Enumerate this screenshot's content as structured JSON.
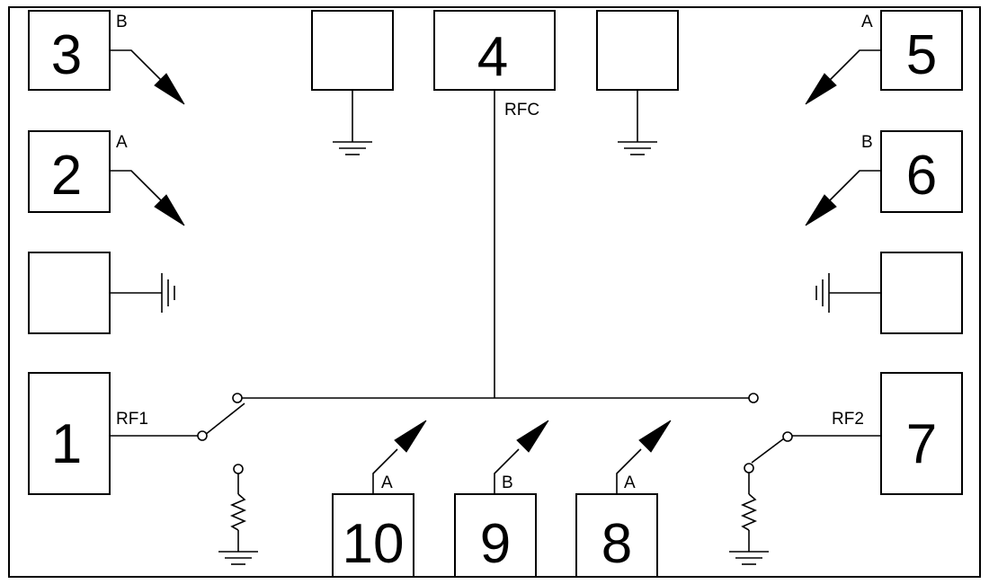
{
  "pins": {
    "p1": "1",
    "p2": "2",
    "p3": "3",
    "p4": "4",
    "p5": "5",
    "p6": "6",
    "p7": "7",
    "p8": "8",
    "p9": "9",
    "p10": "10"
  },
  "labels": {
    "rfc": "RFC",
    "rf1": "RF1",
    "rf2": "RF2",
    "ctrl_p3": "B",
    "ctrl_p2": "A",
    "ctrl_p5": "A",
    "ctrl_p6": "B",
    "ctrl_p10": "A",
    "ctrl_p9": "B",
    "ctrl_p8": "A"
  }
}
